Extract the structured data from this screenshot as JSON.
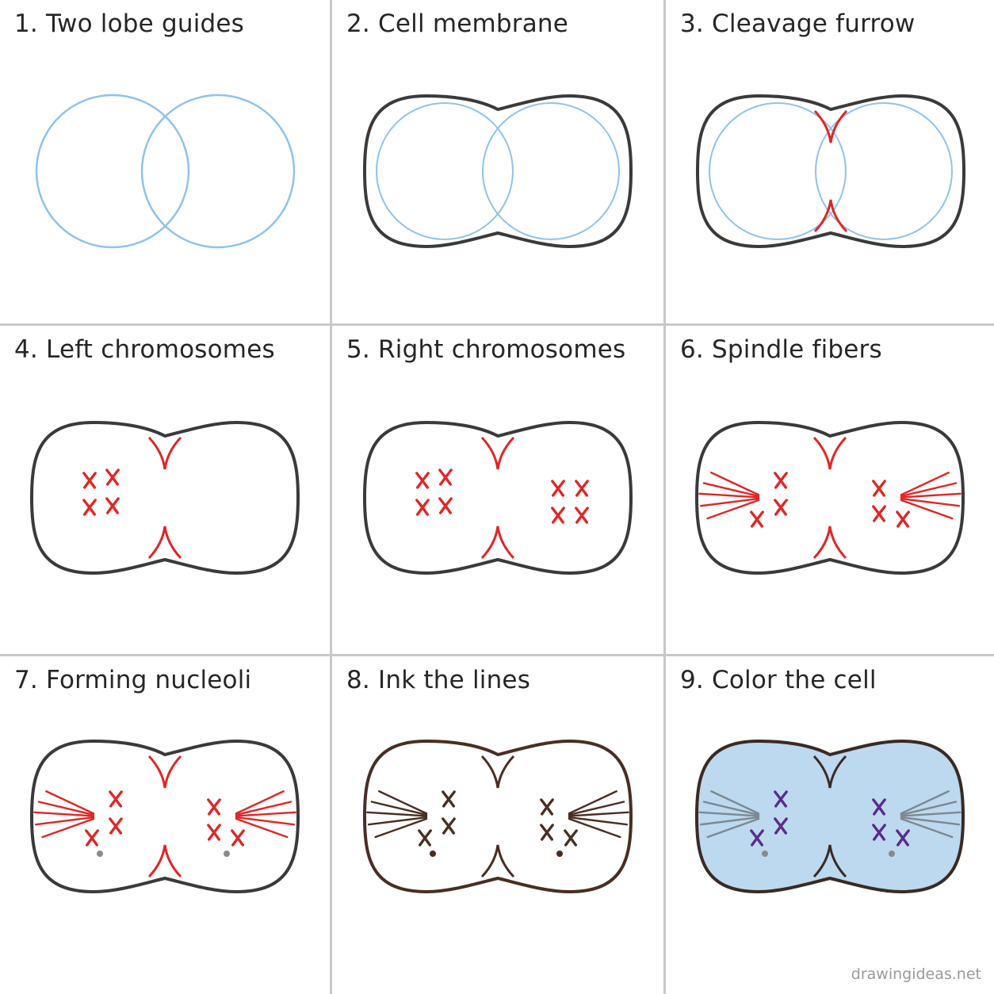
{
  "steps": [
    {
      "label": "1. Two lobe guides"
    },
    {
      "label": "2. Cell membrane"
    },
    {
      "label": "3. Cleavage furrow"
    },
    {
      "label": "4. Left chromosomes"
    },
    {
      "label": "5. Right chromosomes"
    },
    {
      "label": "6. Spindle fibers"
    },
    {
      "label": "7. Forming nucleoli"
    },
    {
      "label": "8. Ink the lines"
    },
    {
      "label": "9. Color the cell"
    }
  ],
  "watermark": "drawingideas.net",
  "colors": {
    "guide": "#8fc3ea",
    "membrane": "#3a3a3a",
    "pencil_red": "#e02626",
    "ink_brown": "#4a2e22",
    "purple": "#5a2b8c",
    "cell_fill": "#bcd9ef",
    "fiber_gray": "#7d8890",
    "nucleolus_gray": "#8a8a8a"
  }
}
